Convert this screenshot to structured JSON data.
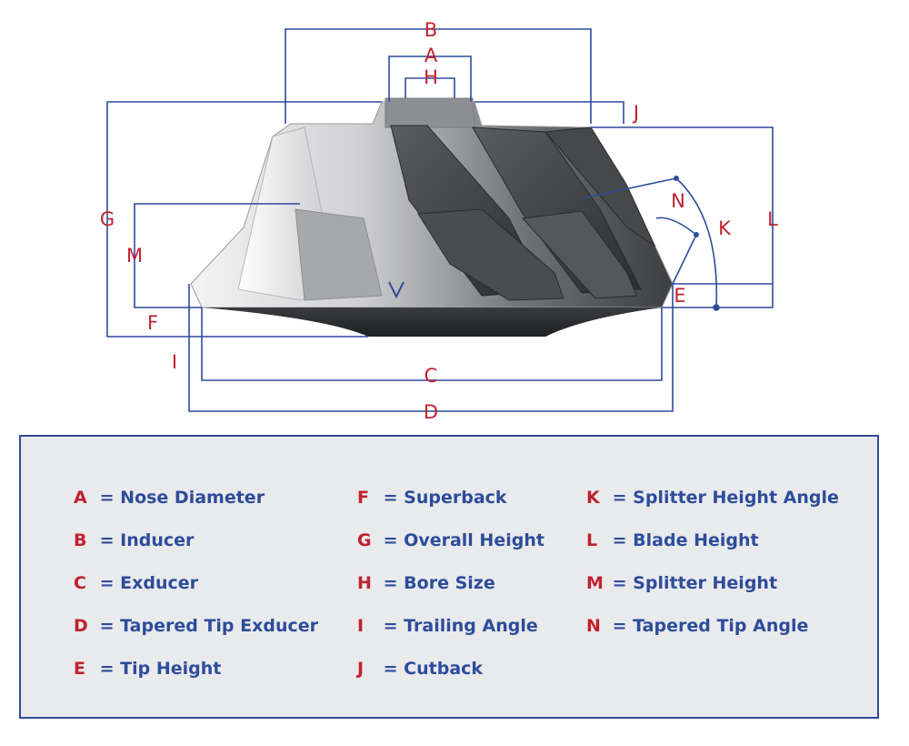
{
  "diagram": {
    "labels": {
      "A": "A",
      "B": "B",
      "C": "C",
      "D": "D",
      "E": "E",
      "F": "F",
      "G": "G",
      "H": "H",
      "I": "I",
      "J": "J",
      "K": "K",
      "L": "L",
      "M": "M",
      "N": "N"
    }
  },
  "legend": {
    "equals": "=",
    "items": [
      {
        "key": "A",
        "text": "Nose Diameter"
      },
      {
        "key": "B",
        "text": "Inducer"
      },
      {
        "key": "C",
        "text": "Exducer"
      },
      {
        "key": "D",
        "text": "Tapered Tip Exducer"
      },
      {
        "key": "E",
        "text": "Tip Height"
      },
      {
        "key": "F",
        "text": "Superback"
      },
      {
        "key": "G",
        "text": "Overall Height"
      },
      {
        "key": "H",
        "text": "Bore Size"
      },
      {
        "key": "I",
        "text": "Trailing Angle"
      },
      {
        "key": "J",
        "text": "Cutback"
      },
      {
        "key": "K",
        "text": "Splitter Height Angle"
      },
      {
        "key": "L",
        "text": "Blade Height"
      },
      {
        "key": "M",
        "text": "Splitter Height"
      },
      {
        "key": "N",
        "text": "Tapered Tip Angle"
      }
    ]
  },
  "colors": {
    "label_red": "#c0212f",
    "line_blue": "#2d4c9a",
    "legend_bg": "#e9eaec"
  }
}
